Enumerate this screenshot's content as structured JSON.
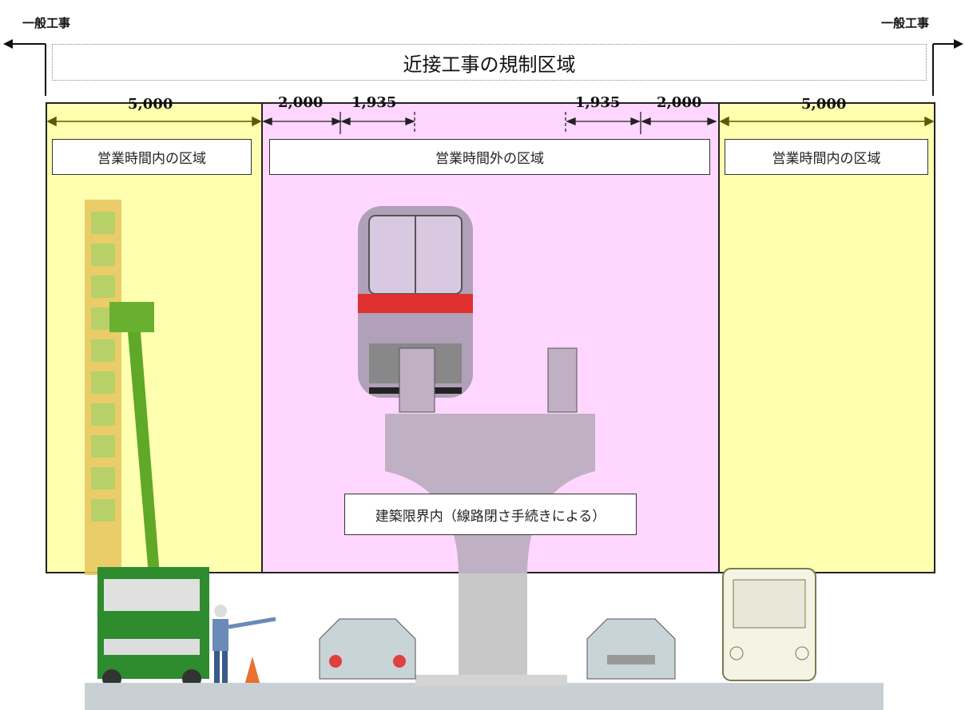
{
  "title": "近接工事の規制区域",
  "corner_labels": {
    "left": "一般工事",
    "right": "一般工事"
  },
  "dimensions": {
    "left_zone": "5,000",
    "center_left_outer": "2,000",
    "center_left_inner": "1,935",
    "center_right_inner": "1,935",
    "center_right_outer": "2,000",
    "right_zone": "5,000"
  },
  "zones": {
    "left": "営業時間内の区域",
    "center": "営業時間外の区域",
    "right": "営業時間内の区域",
    "clearance": "建築限界内（線路閉さ手続きによる）"
  },
  "colors": {
    "operating_hours_zone": "#FFFFB0",
    "non_operating_hours_zone": "#FFD6FF",
    "dimension_arrow": "#5a5a00",
    "train_stripe": "#e03030",
    "guideway": "#b8a8c0",
    "truck": "#2e8b2e"
  },
  "icons": [
    "arrow-left-icon",
    "arrow-right-icon",
    "monorail-train-icon",
    "aerial-lift-truck-icon",
    "car-icon",
    "bus-icon",
    "traffic-cone-icon",
    "flagman-icon",
    "building-icon"
  ]
}
